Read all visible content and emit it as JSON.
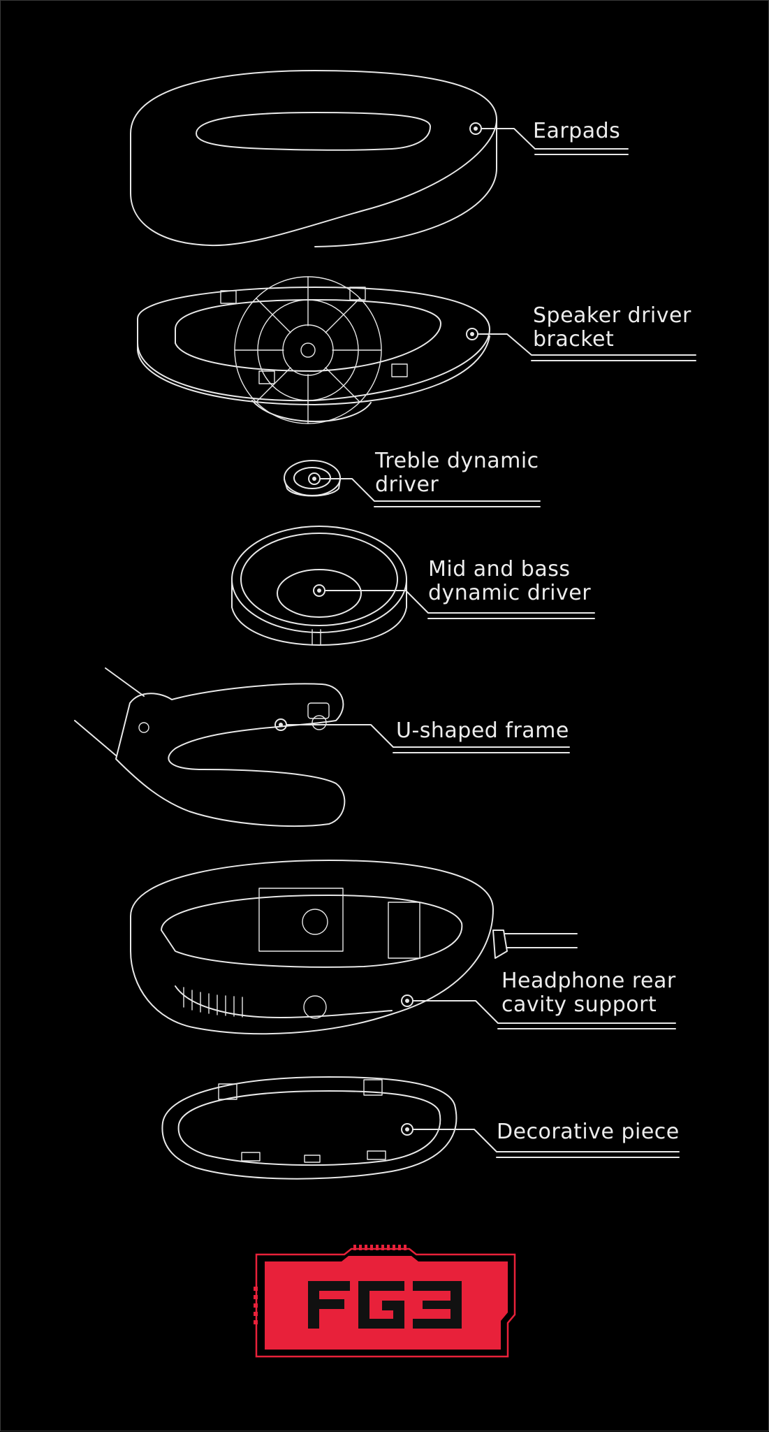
{
  "callouts": [
    {
      "id": "earpads",
      "lines": [
        "Earpads"
      ]
    },
    {
      "id": "speaker-driver-bracket",
      "lines": [
        "Speaker driver",
        "bracket"
      ]
    },
    {
      "id": "treble-dynamic-driver",
      "lines": [
        "Treble dynamic",
        "driver"
      ]
    },
    {
      "id": "mid-bass-dynamic-driver",
      "lines": [
        "Mid and bass",
        "dynamic driver"
      ]
    },
    {
      "id": "u-shaped-frame",
      "lines": [
        "U-shaped frame"
      ]
    },
    {
      "id": "rear-cavity-support",
      "lines": [
        "Headphone rear",
        "cavity support"
      ]
    },
    {
      "id": "decorative-piece",
      "lines": [
        "Decorative piece"
      ]
    }
  ],
  "logo": {
    "text": "FG3",
    "color": "#e8213a"
  },
  "colors": {
    "background": "#000000",
    "line": "#e8e8e8",
    "accent": "#e8213a"
  }
}
